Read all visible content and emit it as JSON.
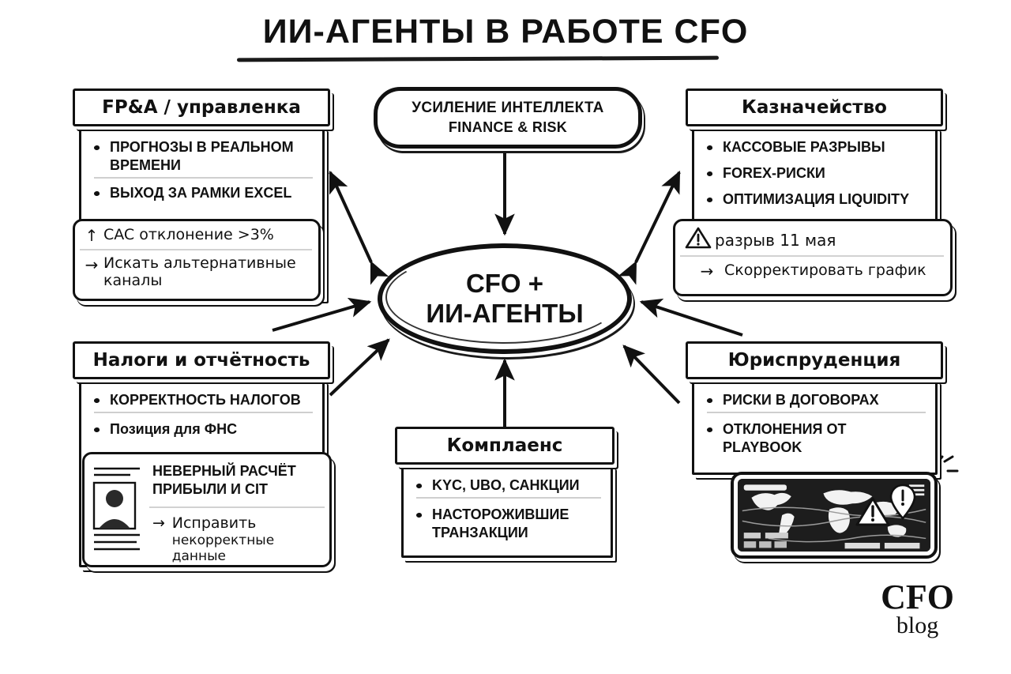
{
  "title": "ИИ-АГЕНТЫ В РАБОТЕ CFO",
  "hub": {
    "line1": "CFO +",
    "line2": "ИИ-АГЕНТЫ"
  },
  "pill": {
    "line1": "УСИЛЕНИЕ ИНТЕЛЛЕКТА",
    "line2": "FINANCE & RISK"
  },
  "cards": {
    "fpa": {
      "header": "FP&A / управленка",
      "bullets": [
        "ПРОГНОЗЫ В РЕАЛЬНОМ ВРЕМЕНИ",
        "ВЫХОД ЗА РАМКИ EXCEL"
      ],
      "note": {
        "alert_glyph": "↑",
        "alert_text": "CAC отклонение >3%",
        "action_glyph": "→",
        "action_text": "Искать альтернативные каналы"
      }
    },
    "treasury": {
      "header": "Казначейство",
      "bullets": [
        "КАССОВЫЕ РАЗРЫВЫ",
        "FOREX-РИСКИ",
        "ОПТИМИЗАЦИЯ LIQUIDITY"
      ],
      "note": {
        "alert_glyph": "⚠",
        "alert_text": "разрыв 11 мая",
        "action_glyph": "→",
        "action_text": "Скорректировать график"
      }
    },
    "taxes": {
      "header": "Налоги и отчётность",
      "bullets": [
        "КОРРЕКТНОСТЬ НАЛОГОВ",
        "Позиция для ФНС"
      ],
      "note": {
        "alert_text_line1": "НЕВЕРНЫЙ РАСЧЁТ",
        "alert_text_line2": "ПРИБЫЛИ И CIT",
        "action_glyph": "→",
        "action_text_line1": "Исправить",
        "action_text_line2": "некорректные данные"
      }
    },
    "compliance": {
      "header": "Комплаенс",
      "bullets": [
        "KYC, UBO, САНКЦИИ",
        "НАСТОРОЖИВШИЕ ТРАНЗАКЦИИ"
      ]
    },
    "legal": {
      "header": "Юриспруденция",
      "bullets": [
        "РИСКИ В ДОГОВОРАХ",
        "ОТКЛОНЕНИЯ ОТ PLAYBOOK"
      ]
    }
  },
  "logo": {
    "main": "CFO",
    "sub": "blog"
  },
  "colors": {
    "ink": "#111111",
    "paper": "#ffffff",
    "rule": "#cfcfcf",
    "screen": "#1d1d1d"
  }
}
